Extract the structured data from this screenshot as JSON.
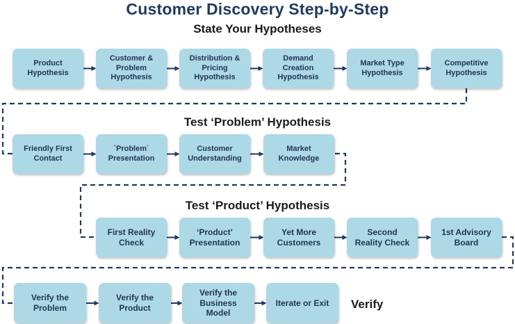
{
  "title": "Customer Discovery Step-by-Step",
  "phases": [
    {
      "heading": "State Your Hypotheses",
      "steps": [
        "Product\nHypothesis",
        "Customer &\nProblem\nHypothesis",
        "Distribution &\nPricing\nHypothesis",
        "Demand\nCreation\nHypothesis",
        "Market Type\nHypothesis",
        "Competitive\nHypothesis"
      ]
    },
    {
      "heading": "Test ‘Problem’ Hypothesis",
      "steps": [
        "Friendly First\nContact",
        "`Problem`\nPresentation",
        "Customer\nUnderstanding",
        "Market\nKnowledge"
      ]
    },
    {
      "heading": "Test ‘Product’ Hypothesis",
      "steps": [
        "First Reality\nCheck",
        "‘Product’\nPresentation",
        "Yet More\nCustomers",
        "Second\nReality Check",
        "1st Advisory\nBoard"
      ]
    },
    {
      "heading": "Verify",
      "steps": [
        "Verify the\nProblem",
        "Verify the\nProduct",
        "Verify the\nBusiness\nModel",
        "Iterate or Exit"
      ]
    }
  ],
  "colors": {
    "box_fill": "#add8e6",
    "text": "#1f3552",
    "title": "#1f3a5f",
    "connector": "#1f3a5f"
  }
}
